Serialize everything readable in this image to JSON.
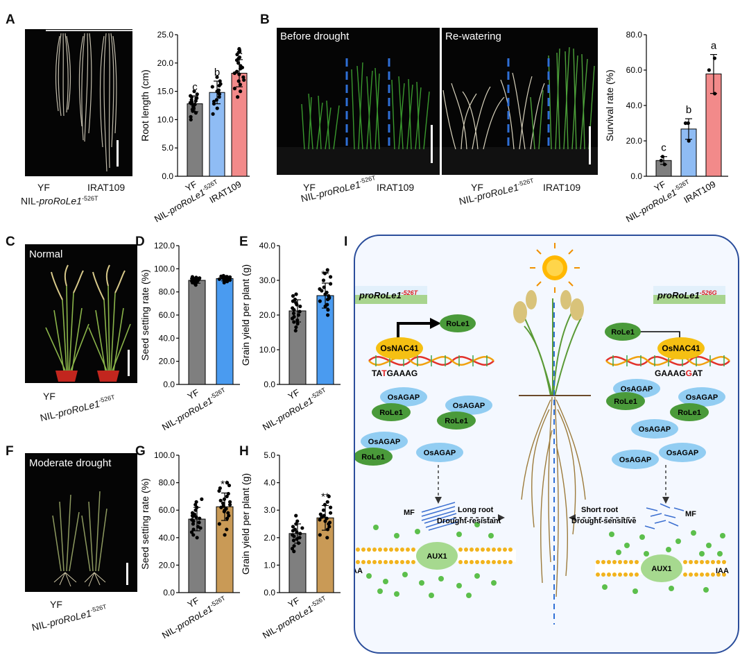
{
  "figure": {
    "panel_letters": [
      "A",
      "B",
      "C",
      "D",
      "E",
      "F",
      "G",
      "H",
      "I"
    ],
    "panelA": {
      "genotypes": [
        "YF",
        "NIL-proRoLe1",
        "IRAT109"
      ],
      "nil_name": "NIL-",
      "nil_gene": "proRoLe1",
      "nil_sup": "-526T"
    },
    "panelB": {
      "label_left": "Before drought",
      "label_right": "Re-watering"
    },
    "panelC": {
      "label": "Normal"
    },
    "panelF": {
      "label": "Moderate drought"
    },
    "panelI": {
      "left_allele_gene": "proRoLe1",
      "left_allele_sup": "-526T",
      "right_allele_gene": "proRoLe1",
      "right_allele_sup": "-526G",
      "tf": "OsNAC41",
      "target": "RoLe1",
      "partner": "OsAGAP",
      "left_seq_a": "TA",
      "left_seq_b": "T",
      "left_seq_c": "GAAAG",
      "right_seq_a": "GAAAG",
      "right_seq_b": "G",
      "right_seq_c": "AT",
      "mf": "MF",
      "aux": "AUX1",
      "iaa": "IAA",
      "left_outcome_1": "Long root",
      "left_outcome_2": "Drought-resistant",
      "right_outcome_1": "Short root",
      "right_outcome_2": "Drought-sensitive"
    }
  },
  "colors": {
    "gray": "#7f7f7f",
    "blue_light": "#8fbcf4",
    "pink": "#f28a8a",
    "blue": "#4a9bf0",
    "tan": "#c99a56",
    "osnac41": "#f5c013",
    "role1": "#4a9a3a",
    "osagap": "#92cdf2"
  },
  "chart_data": [
    {
      "panel": "A",
      "type": "bar",
      "categories": [
        "YF",
        "NIL-proRoLe1-526T",
        "IRAT109"
      ],
      "values": [
        12.8,
        14.8,
        18.2
      ],
      "errors": [
        1.4,
        2.0,
        2.4
      ],
      "sig": [
        "c",
        "b",
        "a"
      ],
      "ylabel": "Root length (cm)",
      "ylim": [
        0,
        25
      ],
      "yticks": [
        "0.0",
        "5.0",
        "10.0",
        "15.0",
        "20.0",
        "25.0"
      ],
      "colors": [
        "#7f7f7f",
        "#8fbcf4",
        "#f28a8a"
      ],
      "points": [
        [
          10.5,
          11.2,
          11.8,
          12.0,
          12.3,
          12.5,
          12.7,
          12.8,
          13.0,
          13.1,
          13.3,
          13.5,
          13.8,
          14.0,
          14.2,
          14.5,
          15.0,
          10.0,
          11.5,
          12.9
        ],
        [
          11.0,
          12.0,
          12.8,
          13.5,
          14.0,
          14.5,
          15.0,
          15.2,
          15.8,
          16.0,
          16.3,
          16.8,
          17.5,
          14.8,
          13.2
        ],
        [
          14.0,
          15.0,
          15.5,
          16.2,
          17.0,
          17.5,
          18.0,
          18.2,
          18.5,
          19.0,
          19.5,
          20.0,
          20.5,
          21.0,
          21.5,
          22.0,
          22.5,
          16.8,
          19.2,
          20.8
        ]
      ]
    },
    {
      "panel": "B",
      "type": "bar",
      "categories": [
        "YF",
        "NIL-proRoLe1-526T",
        "IRAT109"
      ],
      "values": [
        8.9,
        26.7,
        57.8
      ],
      "errors": [
        2.2,
        5.8,
        11.0
      ],
      "sig": [
        "c",
        "b",
        "a"
      ],
      "ylabel": "Survival rate (%)",
      "ylim": [
        0,
        80
      ],
      "yticks": [
        "0.0",
        "20.0",
        "40.0",
        "60.0",
        "80.0"
      ],
      "colors": [
        "#7f7f7f",
        "#8fbcf4",
        "#f28a8a"
      ],
      "points": [
        [
          6.7,
          8.9,
          11.1
        ],
        [
          20.0,
          30.0,
          30.0
        ],
        [
          46.7,
          60.0,
          66.7
        ]
      ]
    },
    {
      "panel": "D",
      "type": "bar",
      "categories": [
        "YF",
        "NIL-proRoLe1-526T"
      ],
      "values": [
        90.0,
        91.5
      ],
      "errors": [
        2.5,
        2.0
      ],
      "sig": [
        "",
        ""
      ],
      "ylabel": "Seed setting rate (%)",
      "ylim": [
        0,
        120
      ],
      "yticks": [
        "0.0",
        "20.0",
        "40.0",
        "60.0",
        "80.0",
        "100.0",
        "120.0"
      ],
      "colors": [
        "#7f7f7f",
        "#4a9bf0"
      ],
      "points": [
        [
          86,
          87,
          88,
          88.5,
          89,
          89.5,
          90,
          90,
          90.5,
          91,
          91,
          91.5,
          92,
          92.5,
          93,
          89,
          88,
          90.8,
          91.2,
          87.5
        ],
        [
          88,
          89,
          90,
          90.5,
          91,
          91,
          91.5,
          92,
          92,
          92.5,
          93,
          93.5,
          94,
          90.2,
          91.8,
          92.8,
          89.6,
          93.2
        ]
      ]
    },
    {
      "panel": "E",
      "type": "bar",
      "categories": [
        "YF",
        "NIL-proRoLe1-526T"
      ],
      "values": [
        21.2,
        25.6
      ],
      "errors": [
        3.2,
        3.6
      ],
      "sig": [
        "",
        "**"
      ],
      "ylabel": "Grain yield per plant (g)",
      "ylim": [
        0,
        40
      ],
      "yticks": [
        "0.0",
        "10.0",
        "20.0",
        "30.0",
        "40.0"
      ],
      "colors": [
        "#7f7f7f",
        "#4a9bf0"
      ],
      "points": [
        [
          15.5,
          16.5,
          17.5,
          18.0,
          19.0,
          19.5,
          20.0,
          20.5,
          21.0,
          21.5,
          22.0,
          22.5,
          23.0,
          24.0,
          24.5,
          25.5,
          26.0,
          18.5,
          23.5
        ],
        [
          20.0,
          21.5,
          22.5,
          23.0,
          24.0,
          24.5,
          25.0,
          25.5,
          26.0,
          26.5,
          27.0,
          28.0,
          29.0,
          30.0,
          31.0,
          32.0,
          33.0,
          24.8,
          27.5
        ]
      ]
    },
    {
      "panel": "G",
      "type": "bar",
      "categories": [
        "YF",
        "NIL-proRoLe1-526T"
      ],
      "values": [
        53.5,
        62.5
      ],
      "errors": [
        8.5,
        10.0
      ],
      "sig": [
        "",
        "**"
      ],
      "ylabel": "Seed setting rate (%)",
      "ylim": [
        0,
        100
      ],
      "yticks": [
        "0.0",
        "20.0",
        "40.0",
        "60.0",
        "80.0",
        "100.0"
      ],
      "colors": [
        "#7f7f7f",
        "#c99a56"
      ],
      "points": [
        [
          40,
          42,
          44,
          46,
          48,
          50,
          51,
          52,
          53,
          54,
          55,
          56,
          57,
          58,
          60,
          62,
          64,
          66,
          68,
          47,
          55.5
        ],
        [
          42,
          46,
          50,
          54,
          56,
          58,
          60,
          61,
          62,
          63,
          64,
          65,
          66,
          68,
          70,
          72,
          74,
          76,
          78,
          80,
          59,
          67
        ]
      ]
    },
    {
      "panel": "H",
      "type": "bar",
      "categories": [
        "YF",
        "NIL-proRoLe1-526T"
      ],
      "values": [
        2.15,
        2.72
      ],
      "errors": [
        0.35,
        0.45
      ],
      "sig": [
        "",
        "**"
      ],
      "ylabel": "Grain yield per plant (g)",
      "ylim": [
        0,
        5
      ],
      "yticks": [
        "0.0",
        "1.0",
        "2.0",
        "3.0",
        "4.0",
        "5.0"
      ],
      "colors": [
        "#7f7f7f",
        "#c99a56"
      ],
      "points": [
        [
          1.5,
          1.6,
          1.7,
          1.8,
          1.9,
          2.0,
          2.05,
          2.1,
          2.15,
          2.2,
          2.25,
          2.3,
          2.4,
          2.5,
          2.6,
          2.8,
          1.95,
          2.35
        ],
        [
          2.0,
          2.1,
          2.3,
          2.4,
          2.5,
          2.6,
          2.7,
          2.75,
          2.8,
          2.9,
          3.0,
          3.1,
          3.2,
          3.3,
          3.5,
          2.65,
          2.85,
          2.55
        ]
      ]
    }
  ]
}
